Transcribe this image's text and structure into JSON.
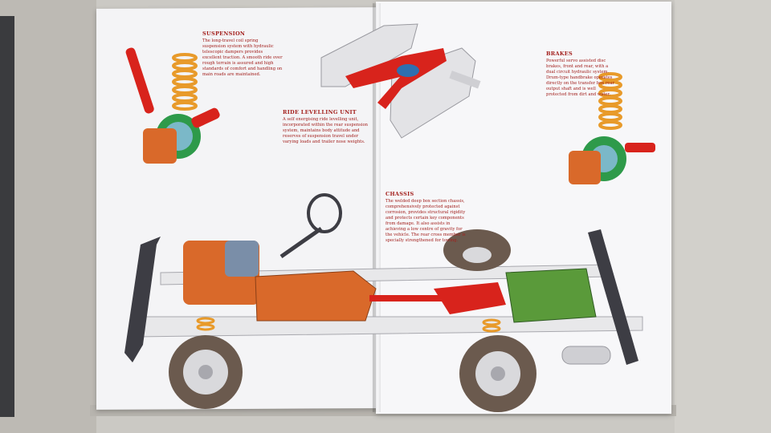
{
  "captions": {
    "suspension": {
      "title": "SUSPENSION",
      "body": "The long-travel coil spring suspension system with hydraulic telescopic dampers provides excellent traction. A smooth ride over rough terrain is assured and high standards of comfort and handling on main roads are maintained."
    },
    "ride_levelling": {
      "title": "RIDE LEVELLING UNIT",
      "body": "A self energising ride levelling unit, incorporated within the rear suspension system, maintains body attitude and reserves of suspension travel under varying loads and trailer nose weights."
    },
    "brakes": {
      "title": "BRAKES",
      "body": "Powerful servo assisted disc brakes, front and rear, with a dual circuit hydraulic system. Drum-type handbrake operates directly on the transfer box rear output shaft and is well protected from dirt and water."
    },
    "chassis": {
      "title": "CHASSIS",
      "body": "The welded deep box section chassis, comprehensively protected against corrosion, provides structural rigidity and protects certain key components from damage. It also assists in achieving a low centre of gravity for the vehicle. The rear cross member is specially strengthened for towing."
    }
  },
  "colors": {
    "caption_red": "#a3201d",
    "component_red": "#d8231c",
    "gearbox_orange": "#d9692a",
    "spring_orange": "#e89a2a",
    "hub_green": "#2e9a4a",
    "tank_green": "#5a9a3a",
    "chassis_grey": "#e6e6e8",
    "tyre_dark": "#6b5a4e"
  }
}
